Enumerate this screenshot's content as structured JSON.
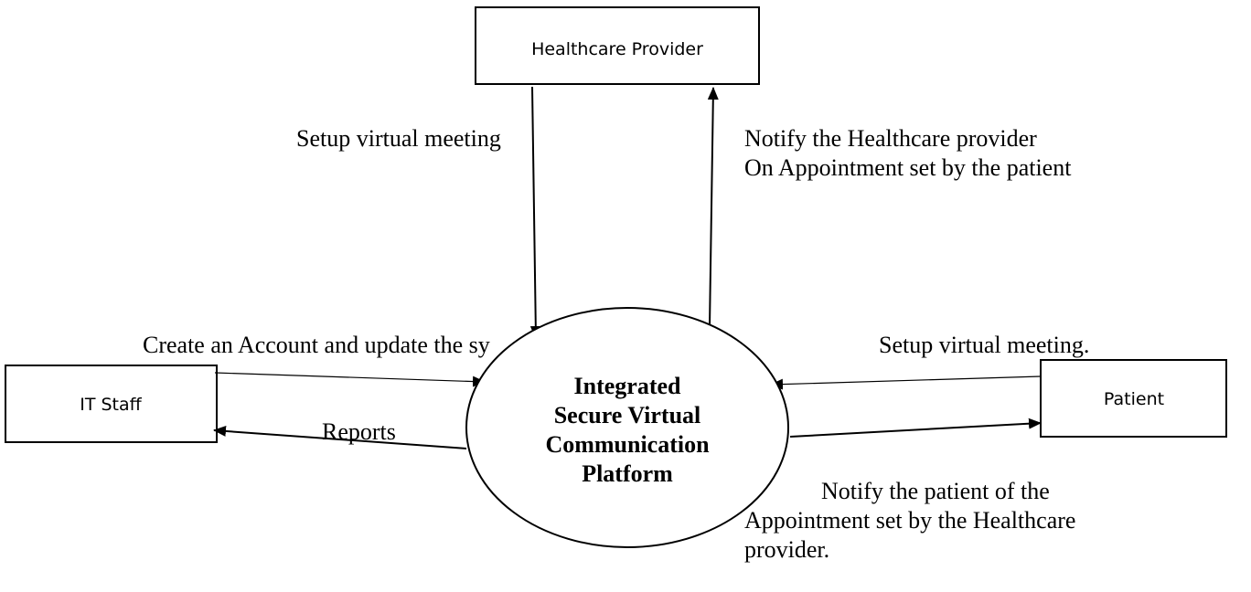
{
  "nodes": {
    "healthcare_provider": "Healthcare Provider",
    "it_staff": "IT Staff",
    "patient": "Patient",
    "platform": {
      "line1": "Integrated",
      "line2": "Secure Virtual",
      "line3": "Communication",
      "line4": "Platform"
    }
  },
  "flows": {
    "provider_to_platform": "Setup virtual meeting",
    "platform_to_provider_line1": "Notify the Healthcare provider",
    "platform_to_provider_line2": "On Appointment set by the patient",
    "itstaff_to_platform": "Create an Account and update the sy",
    "platform_to_itstaff": "Reports",
    "patient_to_platform": "Setup virtual meeting.",
    "platform_to_patient_line1": "Notify the patient of the",
    "platform_to_patient_line2": "Appointment set by the Healthcare",
    "platform_to_patient_line3": "provider."
  }
}
